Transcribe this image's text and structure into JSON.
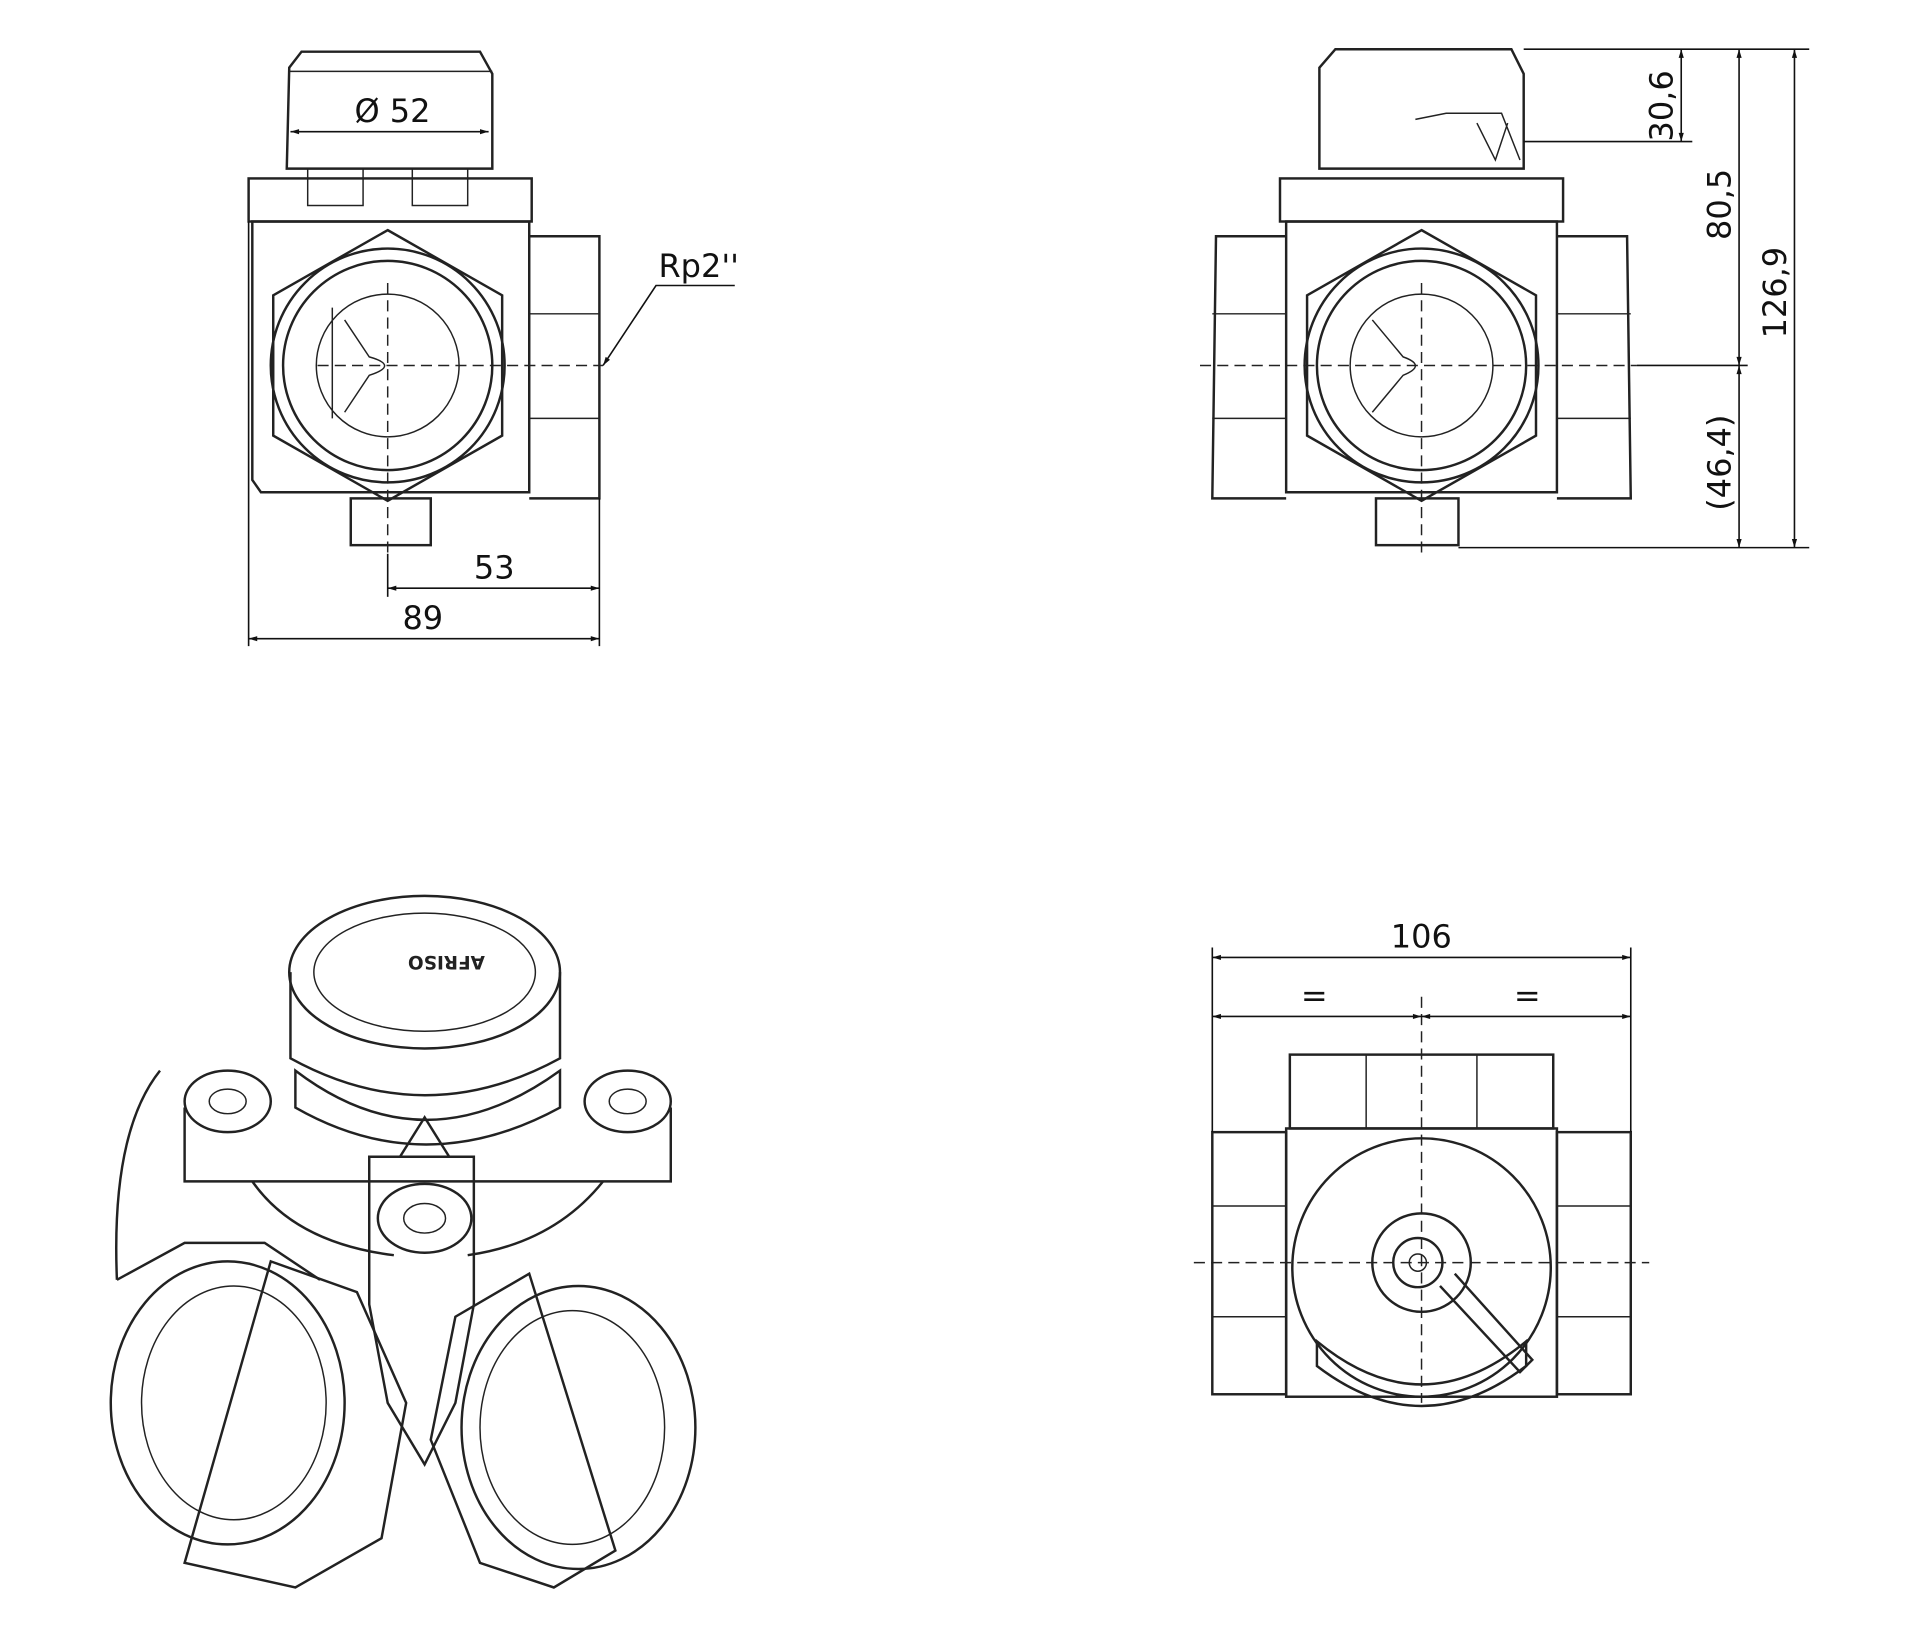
{
  "front_view": {
    "diameter_label": "Ø 52",
    "thread_label": "Rp2''",
    "dim_center_to_port": "53",
    "dim_width": "89"
  },
  "side_view": {
    "dim_actuator_height": "30,6",
    "dim_top_to_axis": "80,5",
    "dim_total_height": "126,9",
    "dim_axis_to_bottom": "(46,4)"
  },
  "iso_view": {
    "brand": "AFRISO"
  },
  "bottom_view": {
    "dim_total_width": "106",
    "equal_left": "=",
    "equal_right": "="
  }
}
